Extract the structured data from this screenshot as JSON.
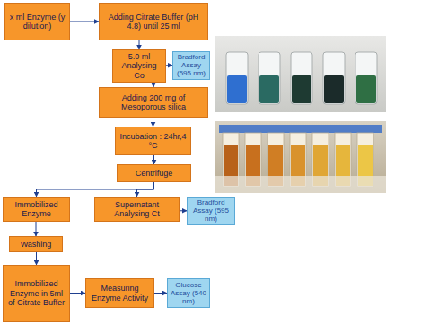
{
  "diagram": {
    "nodes": [
      {
        "text": [
          "x ml Enzyme (y dilution)"
        ]
      },
      {
        "text": [
          "Adding Citrate Buffer (pH 4.8) until 25 ml"
        ]
      },
      {
        "text": [
          "5.0 ml Analysing Co"
        ]
      },
      {
        "text": [
          "Bradford Assay (595 nm)"
        ]
      },
      {
        "text": [
          "Adding 200 mg of Mesoporous silica"
        ]
      },
      {
        "text": [
          "Incubation : 24hr,4 °C"
        ]
      },
      {
        "text": [
          "Centrifuge"
        ]
      },
      {
        "text": [
          "Immobilized Enzyme"
        ]
      },
      {
        "text": [
          "Supernatant Analysing Ct"
        ]
      },
      {
        "text": [
          "Bradford Assay (595 nm)"
        ]
      },
      {
        "text": [
          "Washing"
        ]
      },
      {
        "text": [
          "Immobilized Enzyme in 5ml of Citrate Buffer"
        ]
      },
      {
        "text": [
          "Measuring Enzyme Activity"
        ]
      },
      {
        "text": [
          "Glucose Assay (540 nm)"
        ]
      }
    ],
    "edges": [
      {
        "from": 0,
        "to": 1,
        "arrow": "to"
      },
      {
        "from": 1,
        "to": 2,
        "arrow": "to"
      },
      {
        "from": 2,
        "to": 3,
        "arrow": "to"
      },
      {
        "from": 2,
        "to": 4,
        "arrow": "to"
      },
      {
        "from": 4,
        "to": 5,
        "arrow": "to"
      },
      {
        "from": 5,
        "to": 6,
        "arrow": "to"
      },
      {
        "from": 6,
        "to": 7,
        "arrow": "to"
      },
      {
        "from": 6,
        "to": 8,
        "arrow": "to"
      },
      {
        "from": 8,
        "to": 9,
        "arrow": "to"
      },
      {
        "from": 7,
        "to": 10,
        "arrow": "to"
      },
      {
        "from": 10,
        "to": 11,
        "arrow": "to"
      },
      {
        "from": 11,
        "to": 12,
        "arrow": "to"
      },
      {
        "from": 12,
        "to": 13,
        "arrow": "to"
      }
    ]
  }
}
